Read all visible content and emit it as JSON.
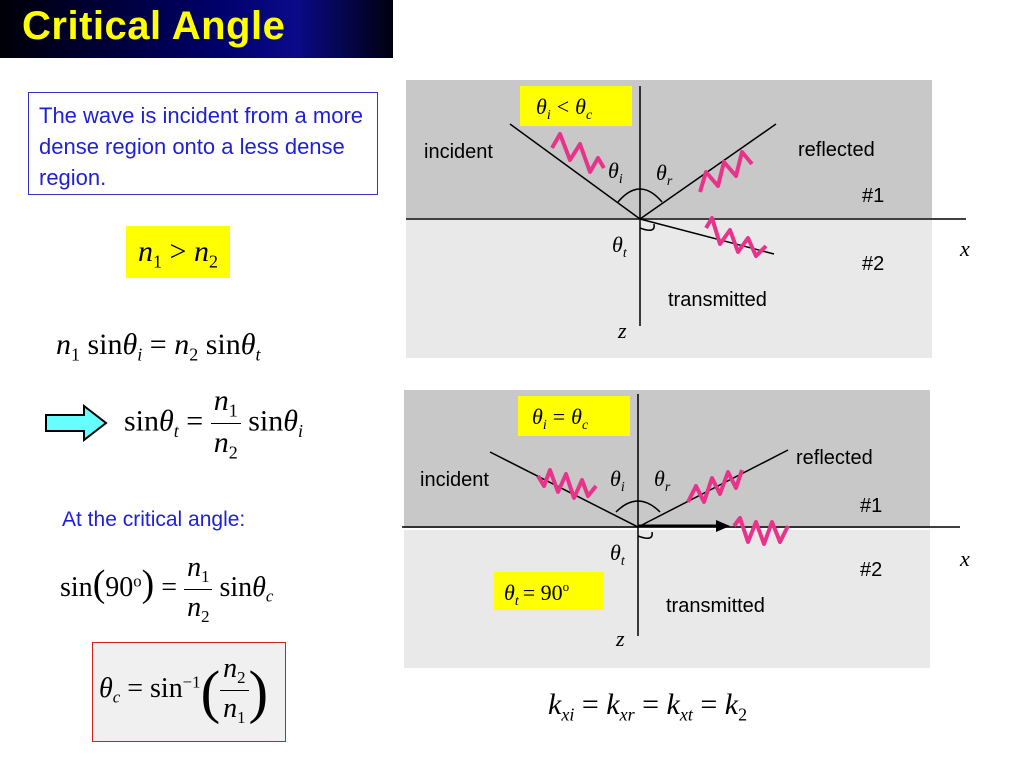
{
  "slide": {
    "title": "Critical Angle",
    "intro_text": "The wave is incident from a more dense region onto a less dense region.",
    "critical_label": "At the critical angle:"
  },
  "equations": {
    "n_symbol": "n",
    "one": "1",
    "two": "2",
    "greater": ">",
    "equals": "=",
    "sin": "sin",
    "sin_inverse": "sin",
    "inverse_exp": "−1",
    "theta": "θ",
    "sub_i": "i",
    "sub_t": "t",
    "sub_c": "c",
    "ninety": "90",
    "degree": "o",
    "k": "k",
    "sub_xi": "xi",
    "sub_xr": "xr",
    "sub_xt": "xt"
  },
  "diagrams": [
    {
      "condition_theta": "θ",
      "condition_left_sub": "i",
      "condition_op": "<",
      "condition_right_sub": "c",
      "incident": "incident",
      "reflected": "reflected",
      "transmitted": "transmitted",
      "region1": "#1",
      "region2": "#2",
      "theta_i": "θ",
      "theta_i_sub": "i",
      "theta_r": "θ",
      "theta_r_sub": "r",
      "theta_t": "θ",
      "theta_t_sub": "t",
      "axis_x": "x",
      "axis_z": "z"
    },
    {
      "condition_theta": "θ",
      "condition_left_sub": "i",
      "condition_op": "=",
      "condition_right_sub": "c",
      "incident": "incident",
      "reflected": "reflected",
      "transmitted": "transmitted",
      "region1": "#1",
      "region2": "#2",
      "theta_i": "θ",
      "theta_i_sub": "i",
      "theta_r": "θ",
      "theta_r_sub": "r",
      "theta_t": "θ",
      "theta_t_sub": "t",
      "axis_x": "x",
      "axis_z": "z",
      "theta_t_value": "= 90",
      "theta_t_degree": "o"
    }
  ],
  "colors": {
    "title_text": "#ffff00",
    "body_text": "#1f1fd6",
    "highlight": "#ffff00",
    "wave": "#e8338a",
    "arrow_fill": "#66ffff",
    "region1_fill": "#c8c8c8",
    "region2_fill": "#e9e9e9",
    "result_border": "#cc2222"
  }
}
